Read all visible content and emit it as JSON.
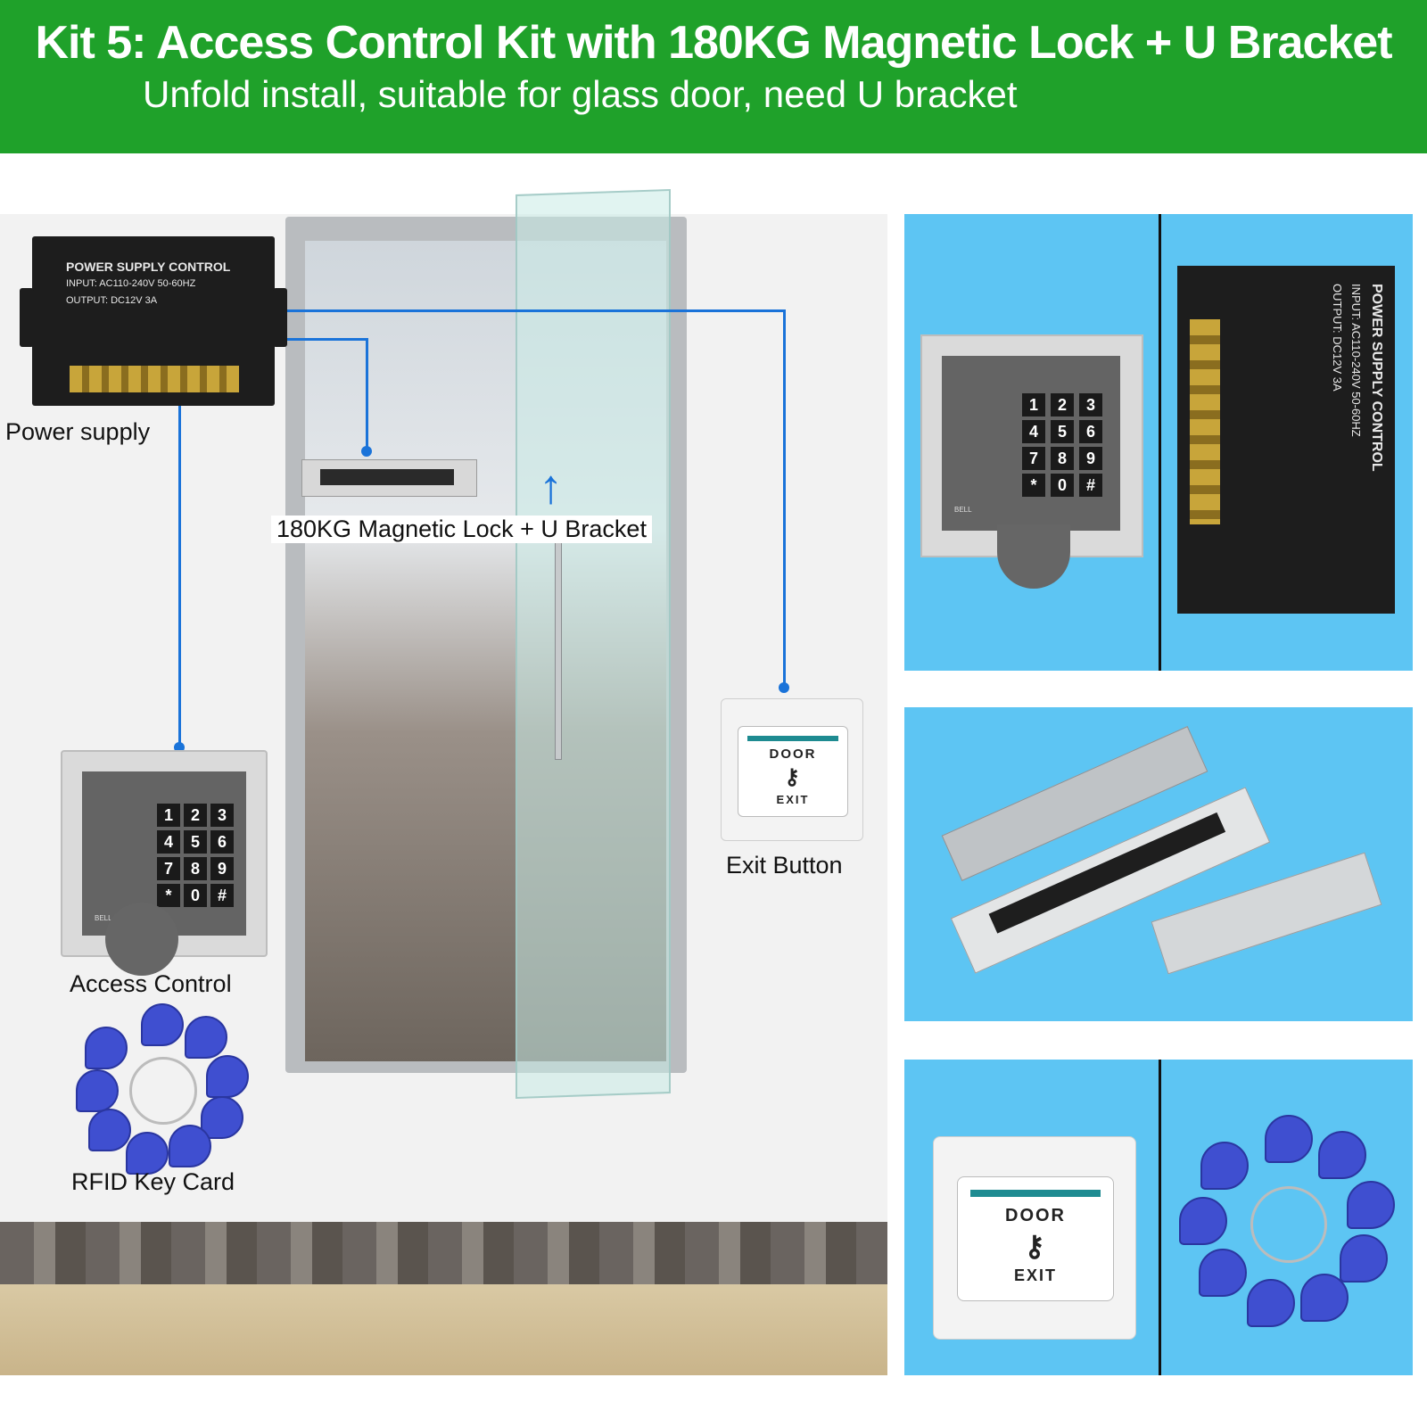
{
  "banner": {
    "title": "Kit 5: Access Control Kit with 180KG Magnetic Lock + U Bracket",
    "subtitle": "Unfold install, suitable for glass door, need U bracket",
    "color": "#1fa12a"
  },
  "labels": {
    "power_supply": "Power supply",
    "magnetic_lock": "180KG Magnetic Lock + U Bracket",
    "exit_button": "Exit Button",
    "access_control": "Access Control",
    "rfid": "RFID Key Card"
  },
  "psu": {
    "title": "POWER SUPPLY CONTROL",
    "input": "INPUT: AC110-240V 50-60HZ",
    "output": "OUTPUT: DC12V 3A"
  },
  "keypad": {
    "keys": [
      "1",
      "2",
      "3",
      "4",
      "5",
      "6",
      "7",
      "8",
      "9",
      "*",
      "0",
      "#"
    ],
    "bell": "BELL"
  },
  "exit_button": {
    "top": "DOOR",
    "bottom": "EXIT"
  },
  "colors": {
    "wire": "#1a73d9",
    "panel_bg": "#5dc5f3",
    "fob": "#3f4fd0"
  }
}
